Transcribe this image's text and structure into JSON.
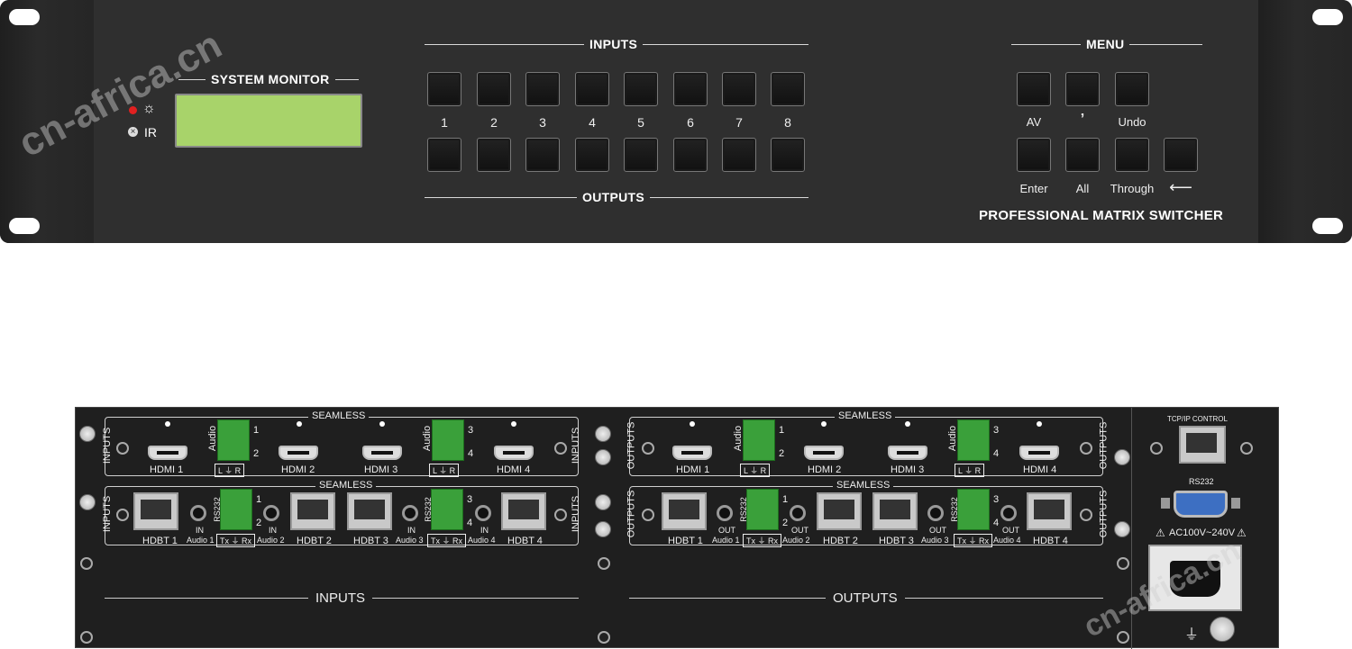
{
  "watermark": "cn-africa.cn",
  "front": {
    "system_monitor": "SYSTEM MONITOR",
    "power_symbol": "☼",
    "ir_label": "IR",
    "inputs_title": "INPUTS",
    "outputs_title": "OUTPUTS",
    "channel_numbers": [
      "1",
      "2",
      "3",
      "4",
      "5",
      "6",
      "7",
      "8"
    ],
    "menu_title": "MENU",
    "menu_row1": [
      "AV",
      "’",
      "Undo"
    ],
    "menu_row2": [
      "Enter",
      "All",
      "Through",
      "⟵"
    ],
    "brand": "PROFESSIONAL MATRIX SWITCHER"
  },
  "rear": {
    "seamless": "SEAMLESS",
    "inputs_vertical": "INPUTS",
    "outputs_vertical": "OUTPUTS",
    "hdmi": [
      "HDMI 1",
      "HDMI 2",
      "HDMI 3",
      "HDMI 4"
    ],
    "audio": "Audio",
    "lr": "L ⏚ R",
    "hdbt": [
      "HDBT 1",
      "HDBT 2",
      "HDBT 3",
      "HDBT 4"
    ],
    "rs232_vertical": "RS232",
    "txrx": "Tx ⏚ Rx",
    "in_label": "IN",
    "out_label": "OUT",
    "audio_ports": [
      "Audio 1",
      "Audio 2",
      "Audio 3",
      "Audio 4"
    ],
    "tb_nums": [
      "1",
      "2",
      "3",
      "4"
    ],
    "bottom_inputs": "INPUTS",
    "bottom_outputs": "OUTPUTS",
    "tcpip": "TCP/IP CONTROL",
    "rs232": "RS232",
    "power": "AC100V~240V",
    "warning_icon": "⚠",
    "ground_icon": "⏚"
  }
}
